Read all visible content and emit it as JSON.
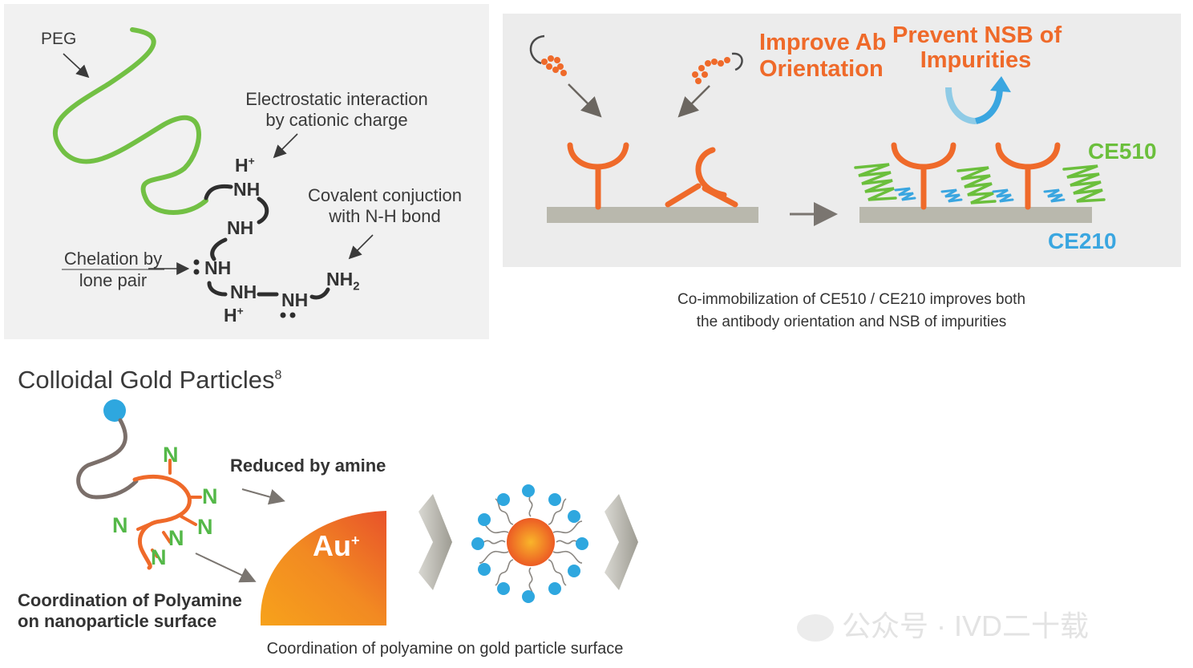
{
  "top_left": {
    "peg_label": "PEG",
    "electrostatic_line1": "Electrostatic interaction",
    "electrostatic_line2": "by cationic charge",
    "covalent_line1": "Covalent conjuction",
    "covalent_line2": "with N-H bond",
    "chelation_line1": "Chelation by",
    "chelation_line2": "lone pair",
    "groups": {
      "h_plus_top": "H+",
      "nh_1": "NH",
      "nh_2": "NH",
      "nh_3": "NH",
      "nh_4": "NH",
      "nh_5": "NH",
      "nh2": "NH2",
      "h_plus_bottom": "H+"
    }
  },
  "top_right": {
    "improve_line1": "Improve Ab",
    "improve_line2": "Orientation",
    "prevent_line1": "Prevent NSB of",
    "prevent_line2": "Impurities",
    "ce510": "CE510",
    "ce210": "CE210",
    "caption_line1": "Co-immobilization of CE510 / CE210 improves both",
    "caption_line2": "the antibody orientation and NSB of impurities"
  },
  "bottom": {
    "title": "Colloidal Gold Particles",
    "title_superscript": "8",
    "reduced_label": "Reduced by amine",
    "au_label": "Au",
    "au_superscript": "+",
    "coordination_line1": "Coordination of Polyamine",
    "coordination_line2": "on nanoparticle surface",
    "n_labels": [
      "N",
      "N",
      "N",
      "N",
      "N",
      "N"
    ],
    "caption": "Coordination of polyamine on gold particle surface"
  },
  "watermark": {
    "text": "公众号 · IVD二十载"
  },
  "colors": {
    "orange": "#ef6a2a",
    "green": "#6bbf3c",
    "blue": "#3aa6e0",
    "gray_surface": "#b9b8ad",
    "panel_bg": "#f1f1f1"
  }
}
